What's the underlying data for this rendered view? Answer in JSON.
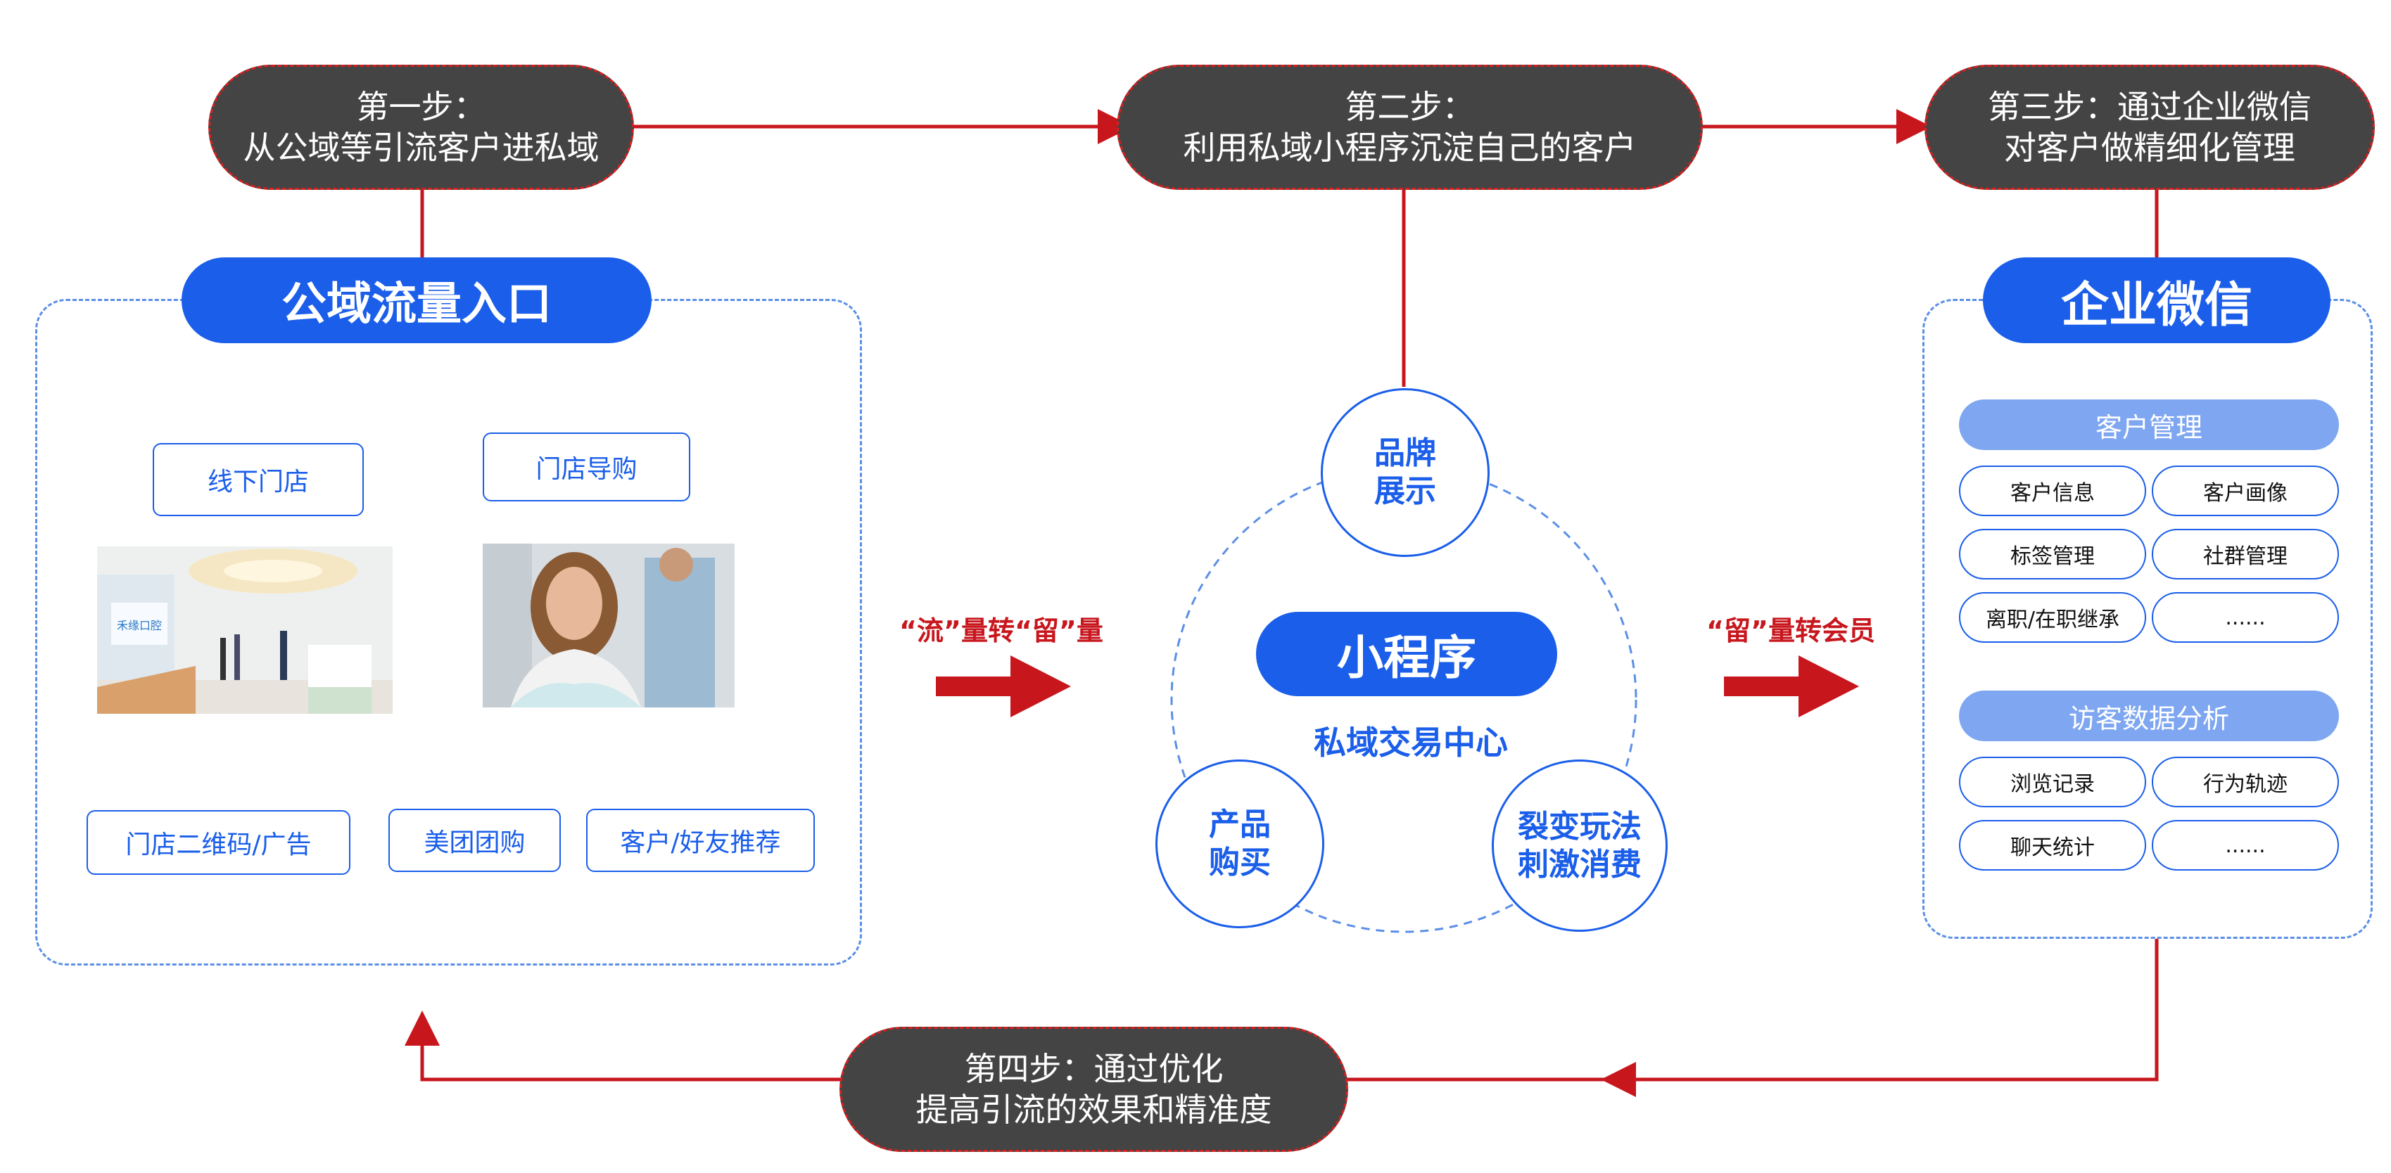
{
  "steps": {
    "step1": {
      "line1": "第一步：",
      "line2": "从公域等引流客户进私域"
    },
    "step2": {
      "line1": "第二步：",
      "line2": "利用私域小程序沉淀自己的客户"
    },
    "step3": {
      "line1": "第三步：通过企业微信",
      "line2": "对客户做精细化管理"
    },
    "step4": {
      "line1": "第四步：通过优化",
      "line2": "提高引流的效果和精准度"
    }
  },
  "public_panel": {
    "title": "公域流量入口",
    "tags": [
      "线下门店",
      "门店导购",
      "门店二维码/广告",
      "美团团购",
      "客户/好友推荐"
    ],
    "photo1_sign": "禾缘口腔"
  },
  "transfer_labels": {
    "left": "“流”量转“留”量",
    "right": "“留”量转会员"
  },
  "mini_program": {
    "title": "小程序",
    "subtitle": "私域交易中心",
    "nodes": [
      {
        "line1": "品牌",
        "line2": "展示"
      },
      {
        "line1": "产品",
        "line2": "购买"
      },
      {
        "line1": "裂变玩法",
        "line2": "刺激消费"
      }
    ]
  },
  "wecom_panel": {
    "title": "企业微信",
    "group1": {
      "title": "客户管理",
      "items": [
        "客户信息",
        "客户画像",
        "标签管理",
        "社群管理",
        "离职/在职继承",
        "......"
      ]
    },
    "group2": {
      "title": "访客数据分析",
      "items": [
        "浏览记录",
        "行为轨迹",
        "聊天统计",
        "......"
      ]
    }
  },
  "colors": {
    "accent_blue": "#1a5eea",
    "step_bg": "#444444",
    "arrow_red": "#c8161d"
  }
}
